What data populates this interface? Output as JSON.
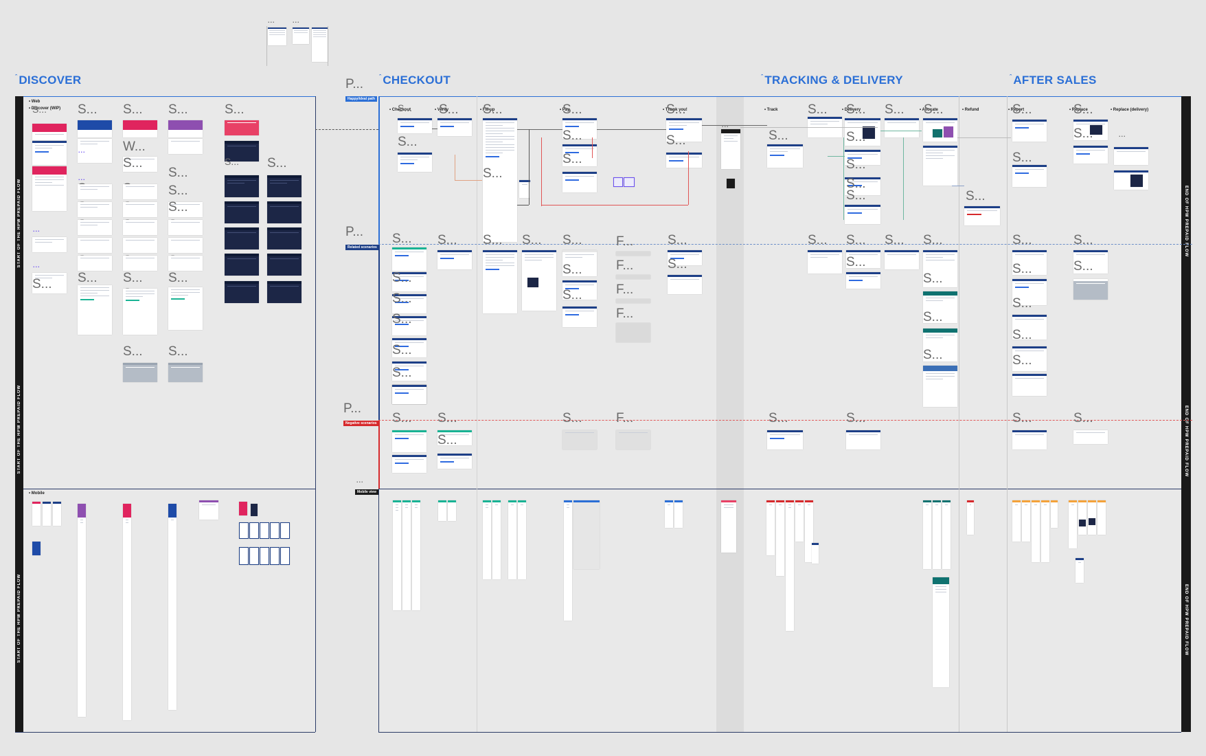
{
  "stages": {
    "discover": "DISCOVER",
    "checkout": "CHECKOUT",
    "tracking": "TRACKING & DELIVERY",
    "after_sales": "AFTER SALES"
  },
  "flow_labels": {
    "start": "START OF THE HPW PREPAID FLOW",
    "end": "END OF HPW PREPAID FLOW"
  },
  "lanes": {
    "happy": "Happy/ideal path",
    "related": "Related scenarios",
    "negative": "Negative scenarios",
    "mobile": "Mobile view"
  },
  "discover_sections": {
    "web": "Web",
    "discover_wip": "Discover (WIP)",
    "mobile": "Mobile"
  },
  "sections": {
    "checkout": "Checkout",
    "verify": "Verify",
    "fill_up": "Fill up",
    "pay": "Pay",
    "thank_you": "Thank you!",
    "track": "Track",
    "delivery": "Delivery",
    "allocate": "Allocate",
    "refund": "Refund",
    "report": "Report",
    "replace": "Replace",
    "replace_delivery": "Replace (delivery)"
  },
  "truncated": {
    "s": "S...",
    "w": "W...",
    "f": "F...",
    "p": "P...",
    "dots": "..."
  },
  "colors": {
    "stage_blue": "#2b6fd6",
    "happy_tag": "#2b6fd6",
    "related_tag": "#1d3f87",
    "negative_tag": "#d6292c",
    "mobile_tag": "#1a1a1a",
    "side_bar": "#1a1a1a"
  }
}
